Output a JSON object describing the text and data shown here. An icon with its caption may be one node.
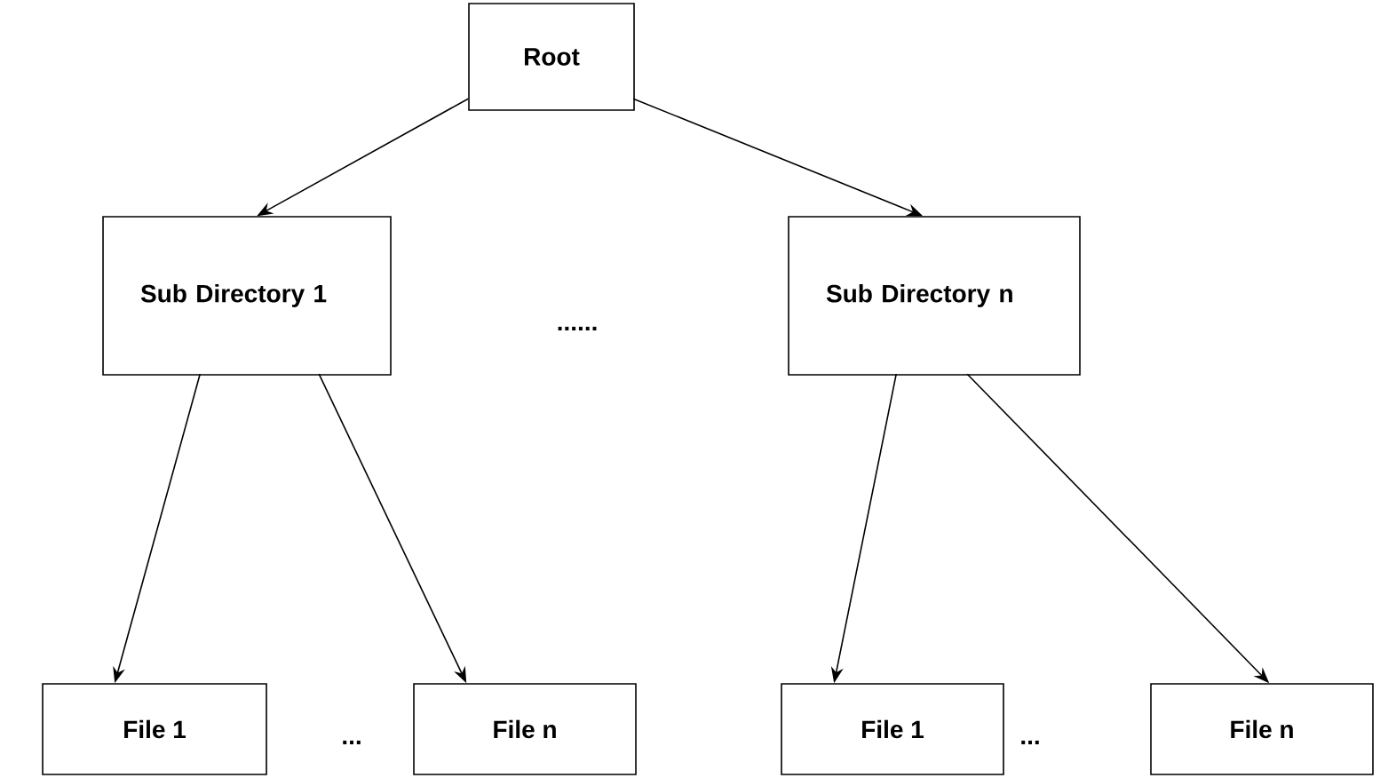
{
  "diagram": {
    "nodes": [
      {
        "text": [
          "Root"
        ]
      },
      {
        "text": [
          "Sub Directory 1"
        ]
      },
      {
        "text": [
          "Sub Directory n"
        ]
      },
      {
        "text": [
          "File 1"
        ]
      },
      {
        "text": [
          "File n"
        ]
      },
      {
        "text": [
          "File 1"
        ]
      },
      {
        "text": [
          "File n"
        ]
      }
    ],
    "edges": [
      {
        "from": 0,
        "to": 1,
        "arrow": "to"
      },
      {
        "from": 0,
        "to": 2,
        "arrow": "to"
      },
      {
        "from": 1,
        "to": 3,
        "arrow": "to"
      },
      {
        "from": 1,
        "to": 4,
        "arrow": "to"
      },
      {
        "from": 2,
        "to": 5,
        "arrow": "to"
      },
      {
        "from": 2,
        "to": 6,
        "arrow": "to"
      }
    ],
    "labels": [
      "......",
      "...",
      "..."
    ]
  }
}
